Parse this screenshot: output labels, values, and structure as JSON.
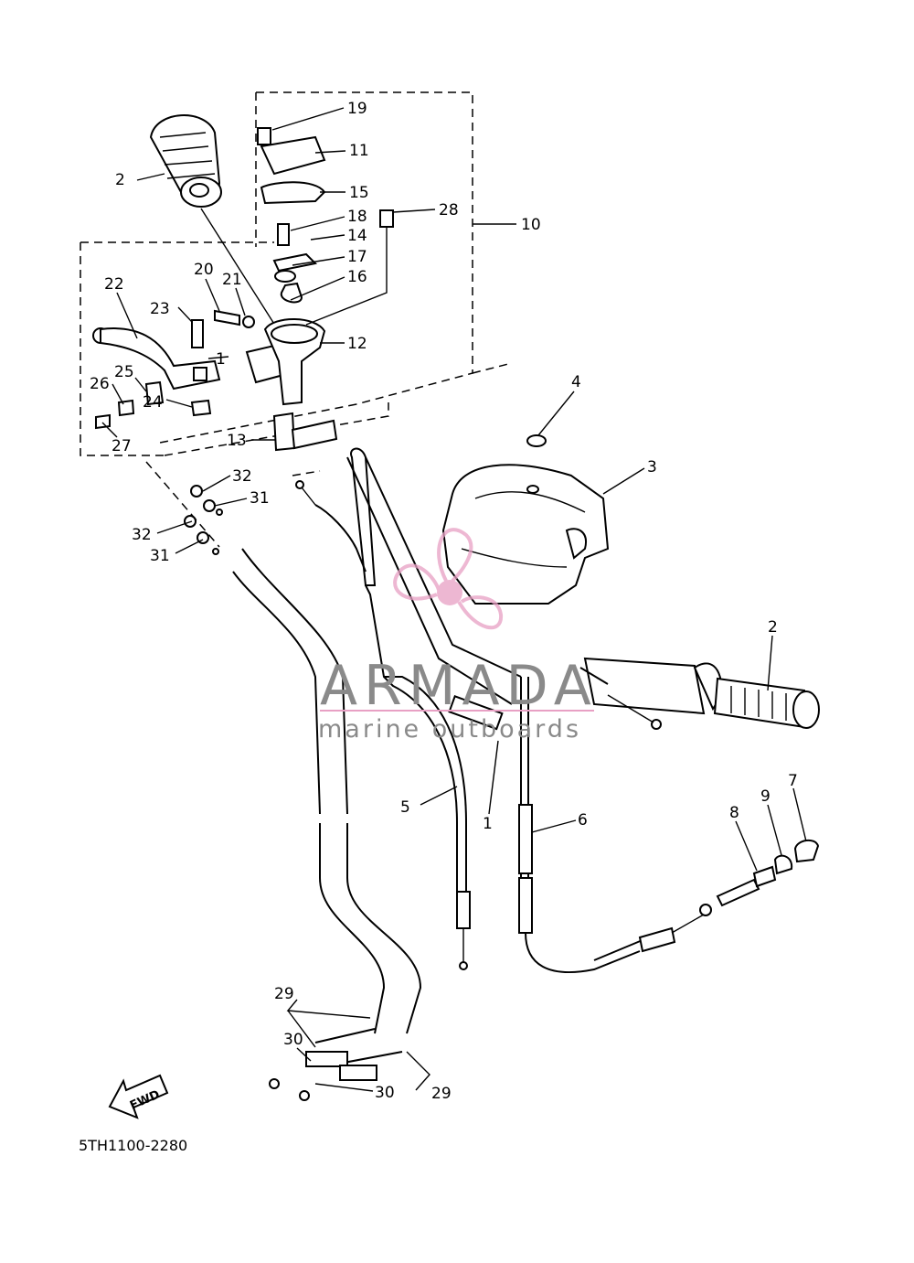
{
  "diagram_code": "5TH1100-2280",
  "fwd_label": "FWD",
  "watermark": {
    "brand": "ARMADA",
    "tagline": "marine outboards"
  },
  "callouts": [
    {
      "id": "c19",
      "text": "19"
    },
    {
      "id": "c11",
      "text": "11"
    },
    {
      "id": "c15",
      "text": "15"
    },
    {
      "id": "c18",
      "text": "18"
    },
    {
      "id": "c14",
      "text": "14"
    },
    {
      "id": "c17",
      "text": "17"
    },
    {
      "id": "c16",
      "text": "16"
    },
    {
      "id": "c28",
      "text": "28"
    },
    {
      "id": "c10",
      "text": "10"
    },
    {
      "id": "c12",
      "text": "12"
    },
    {
      "id": "c13",
      "text": "13"
    },
    {
      "id": "c2a",
      "text": "2"
    },
    {
      "id": "c22",
      "text": "22"
    },
    {
      "id": "c20",
      "text": "20"
    },
    {
      "id": "c21",
      "text": "21"
    },
    {
      "id": "c23",
      "text": "23"
    },
    {
      "id": "c1a",
      "text": "1"
    },
    {
      "id": "c25",
      "text": "25"
    },
    {
      "id": "c26",
      "text": "26"
    },
    {
      "id": "c24",
      "text": "24"
    },
    {
      "id": "c27",
      "text": "27"
    },
    {
      "id": "c4",
      "text": "4"
    },
    {
      "id": "c3",
      "text": "3"
    },
    {
      "id": "c32a",
      "text": "32"
    },
    {
      "id": "c31a",
      "text": "31"
    },
    {
      "id": "c32b",
      "text": "32"
    },
    {
      "id": "c31b",
      "text": "31"
    },
    {
      "id": "c2b",
      "text": "2"
    },
    {
      "id": "c5",
      "text": "5"
    },
    {
      "id": "c1b",
      "text": "1"
    },
    {
      "id": "c6",
      "text": "6"
    },
    {
      "id": "c7",
      "text": "7"
    },
    {
      "id": "c8",
      "text": "8"
    },
    {
      "id": "c9",
      "text": "9"
    },
    {
      "id": "c29a",
      "text": "29"
    },
    {
      "id": "c30a",
      "text": "30"
    },
    {
      "id": "c30b",
      "text": "30"
    },
    {
      "id": "c29b",
      "text": "29"
    }
  ]
}
